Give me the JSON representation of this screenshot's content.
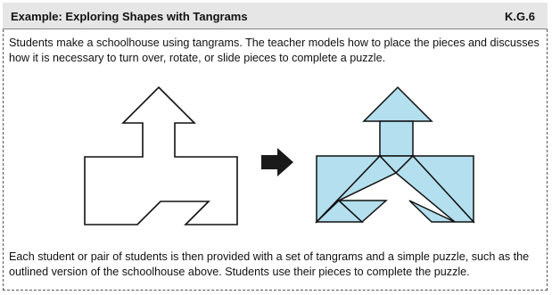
{
  "header": {
    "title": "Example: Exploring Shapes with Tangrams",
    "code": "K.G.6"
  },
  "intro_text": "Students make a schoolhouse using tangrams. The teacher models how to place the pieces and discusses how it is necessary to turn over, rotate, or slide pieces to complete a puzzle.",
  "closing_text": "Each student or pair of students is then provided with a set of tangrams and a simple puzzle, such as the outlined version of the schoolhouse above. Students use their pieces to complete the puzzle.",
  "colors": {
    "tangram_fill": "#b3dfee",
    "outline": "#111111",
    "arrow": "#1a1a1a",
    "header_bg": "#e6e6e6"
  },
  "icons": [
    "right-arrow-icon"
  ]
}
